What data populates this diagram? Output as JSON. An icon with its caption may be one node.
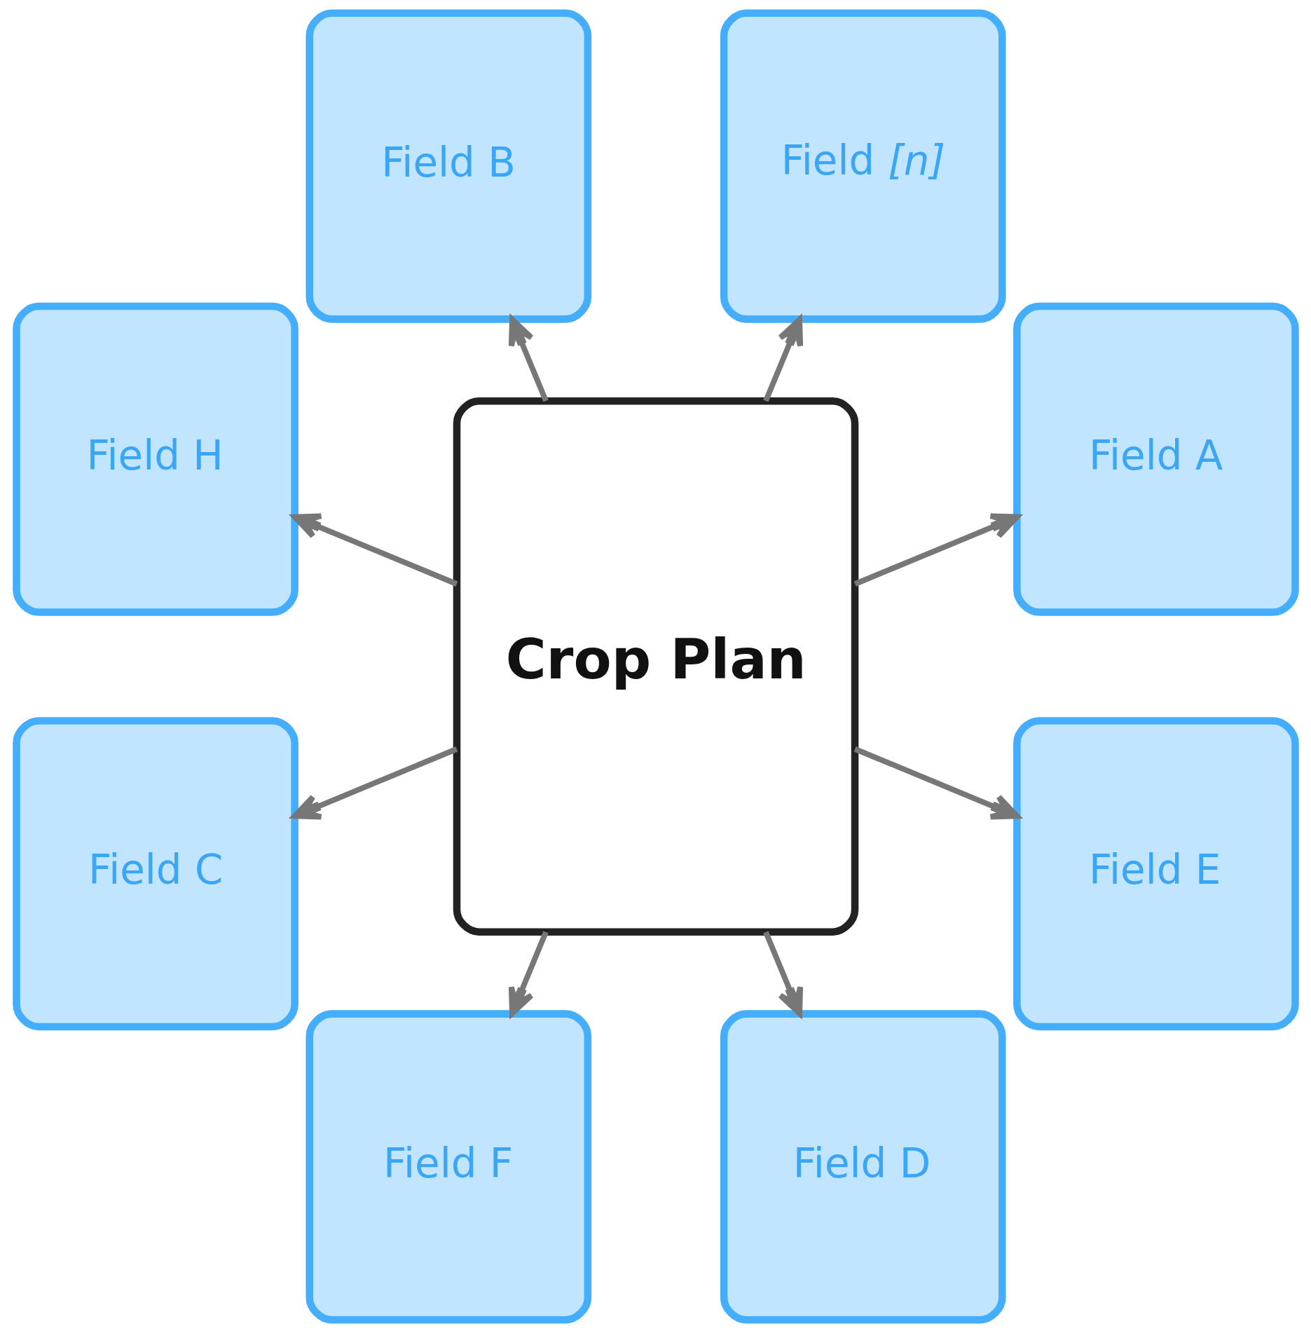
{
  "diagram": {
    "nodes": [
      {
        "text": [
          "Crop Plan"
        ]
      },
      {
        "text": [
          "Field A"
        ]
      },
      {
        "text": [
          "Field *[n]*"
        ]
      },
      {
        "text": [
          "Field B"
        ]
      },
      {
        "text": [
          "Field H"
        ]
      },
      {
        "text": [
          "Field C"
        ]
      },
      {
        "text": [
          "Field F"
        ]
      },
      {
        "text": [
          "Field D"
        ]
      },
      {
        "text": [
          "Field E"
        ]
      }
    ],
    "edges": [
      {
        "from": 0,
        "to": 1,
        "arrow": "to"
      },
      {
        "from": 0,
        "to": 3,
        "arrow": "to"
      },
      {
        "from": 0,
        "to": 5,
        "arrow": "to"
      },
      {
        "from": 0,
        "to": 7,
        "arrow": "to"
      },
      {
        "from": 0,
        "to": 8,
        "arrow": "to"
      },
      {
        "from": 0,
        "to": 6,
        "arrow": "to"
      },
      {
        "from": 0,
        "to": 4,
        "arrow": "to"
      },
      {
        "from": 0,
        "to": 2,
        "arrow": "to"
      }
    ]
  }
}
